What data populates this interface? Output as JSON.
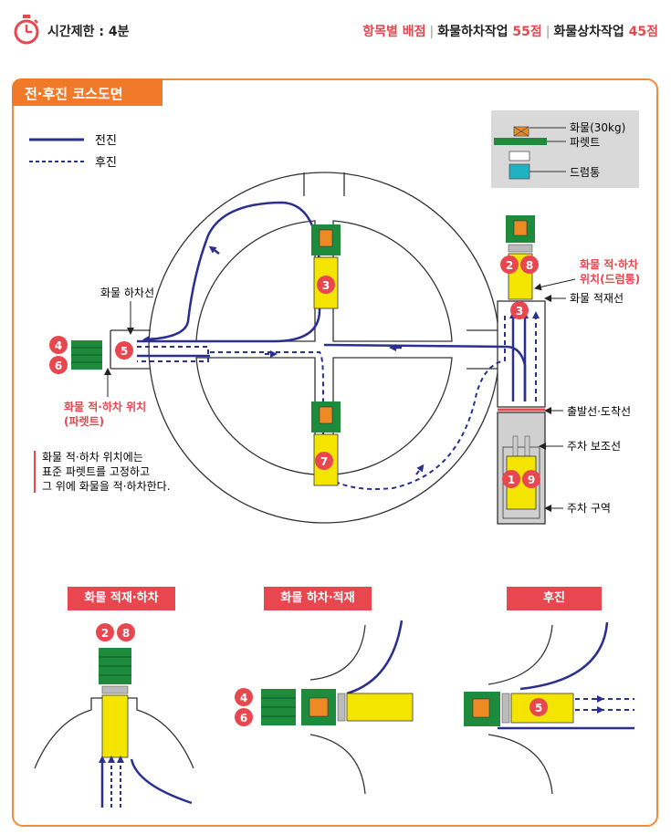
{
  "header": {
    "time_label": "시간제한 : 4분",
    "score_label": "항목별 배점",
    "unload_label": "화물하차작업",
    "unload_score": "55점",
    "load_label": "화물상차작업",
    "load_score": "45점"
  },
  "section_title": "전·후진 코스도면",
  "legend": {
    "forward": "전진",
    "backward": "후진"
  },
  "key": {
    "cargo": "화물(30kg)",
    "pallet": "파렛트",
    "drum": "드럼통"
  },
  "labels": {
    "unload_line": "화물 하차선",
    "pallet_pos_1": "화물 적·하차 위치",
    "pallet_pos_2": "(파렛트)",
    "drum_pos_1": "화물 적·하차",
    "drum_pos_2": "위치(드럼통)",
    "load_line": "화물 적재선",
    "start_line": "출발선·도착선",
    "park_aux": "주차 보조선",
    "park_area": "주차 구역",
    "note_1": "화물 적·하차 위치에는",
    "note_2": "표준 파렛트를 고정하고",
    "note_3": "그 위에 화물을 적·하차한다."
  },
  "steps": {
    "s1": "1",
    "s2": "2",
    "s3": "3",
    "s4": "4",
    "s5": "5",
    "s6": "6",
    "s7": "7",
    "s8": "8",
    "s9": "9"
  },
  "bottom": {
    "panel1": "화물 적재·하차",
    "panel2": "화물 하차·적재",
    "panel3": "후진"
  },
  "colors": {
    "accent": "#f07a2a",
    "red": "#e8474f",
    "path": "#2b2f8f",
    "forklift": "#f3e500",
    "pallet": "#1e8a3c",
    "cargo": "#ee8a23",
    "drum": "#1fb2c2"
  }
}
